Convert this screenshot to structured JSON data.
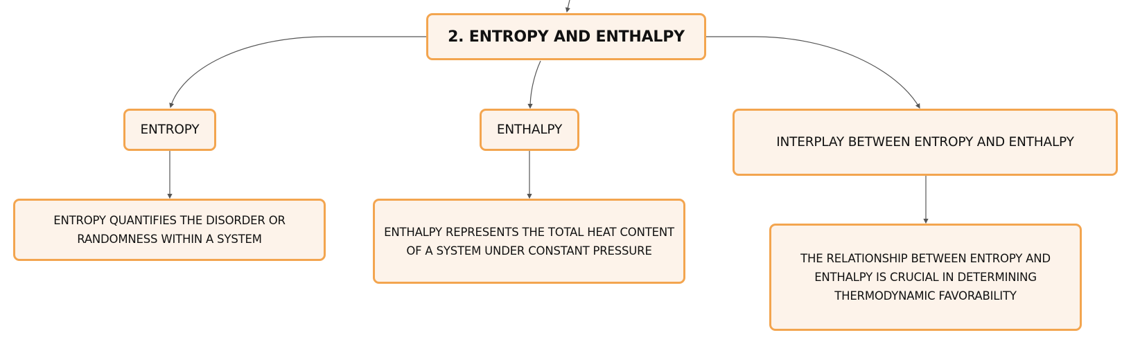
{
  "diagram": {
    "root": "2. ENTROPY AND ENTHALPY",
    "branches": [
      {
        "title": "ENTROPY",
        "detail_lines": [
          "ENTROPY QUANTIFIES THE DISORDER OR",
          "RANDOMNESS WITHIN A SYSTEM"
        ]
      },
      {
        "title": "ENTHALPY",
        "detail_lines": [
          "ENTHALPY REPRESENTS THE TOTAL HEAT CONTENT",
          "OF A SYSTEM UNDER CONSTANT PRESSURE"
        ]
      },
      {
        "title": "INTERPLAY BETWEEN ENTROPY AND ENTHALPY",
        "detail_lines": [
          "THE RELATIONSHIP BETWEEN ENTROPY AND",
          "ENTHALPY IS CRUCIAL IN DETERMINING",
          "THERMODYNAMIC FAVORABILITY"
        ]
      }
    ]
  },
  "colors": {
    "node_fill": "#fdf3ea",
    "node_border": "#f3a54f",
    "connector": "#555555",
    "text": "#111111"
  }
}
